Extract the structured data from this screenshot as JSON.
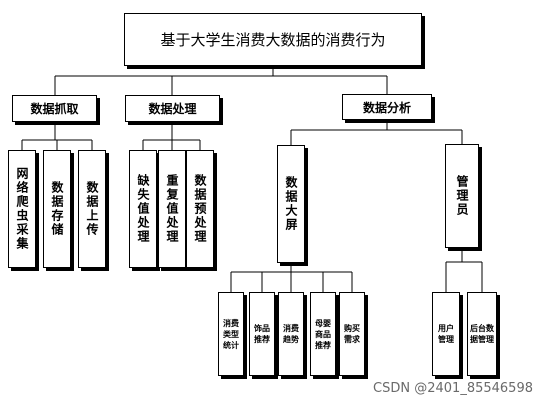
{
  "root": {
    "label": "基于大学生消费大数据的消费行为"
  },
  "modules": [
    {
      "label": "数据抓取",
      "children": [
        "网络爬虫采集",
        "数据存储",
        "数据上传"
      ]
    },
    {
      "label": "数据处理",
      "children": [
        "缺失值处理",
        "重复值处理",
        "数据预处理"
      ]
    },
    {
      "label": "数据分析",
      "children": [
        {
          "label": "数据大屏",
          "children": [
            "消费类型统计",
            "饰品推荐",
            "消费趋势",
            "母婴商品推荐",
            "购买需求"
          ]
        },
        {
          "label": "管理员",
          "children": [
            "用户管理",
            "后台数据管理"
          ]
        }
      ]
    }
  ],
  "watermark": "CSDN @2401_85546598"
}
